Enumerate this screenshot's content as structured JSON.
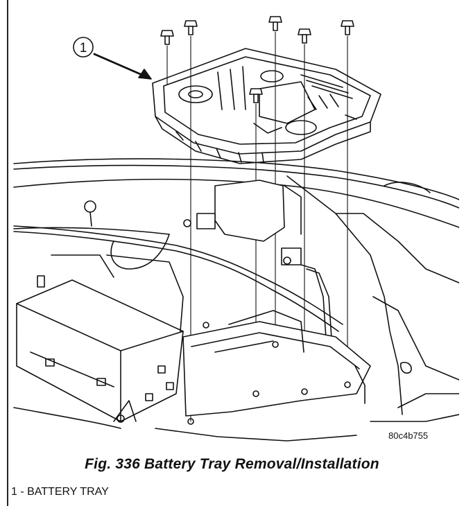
{
  "figure": {
    "callout_number": "1",
    "figure_code": "80c4b755",
    "caption": "Fig. 336 Battery Tray Removal/Installation",
    "legend": [
      {
        "text": "1 - BATTERY TRAY"
      }
    ]
  },
  "colors": {
    "line": "#111111",
    "background": "#ffffff"
  }
}
